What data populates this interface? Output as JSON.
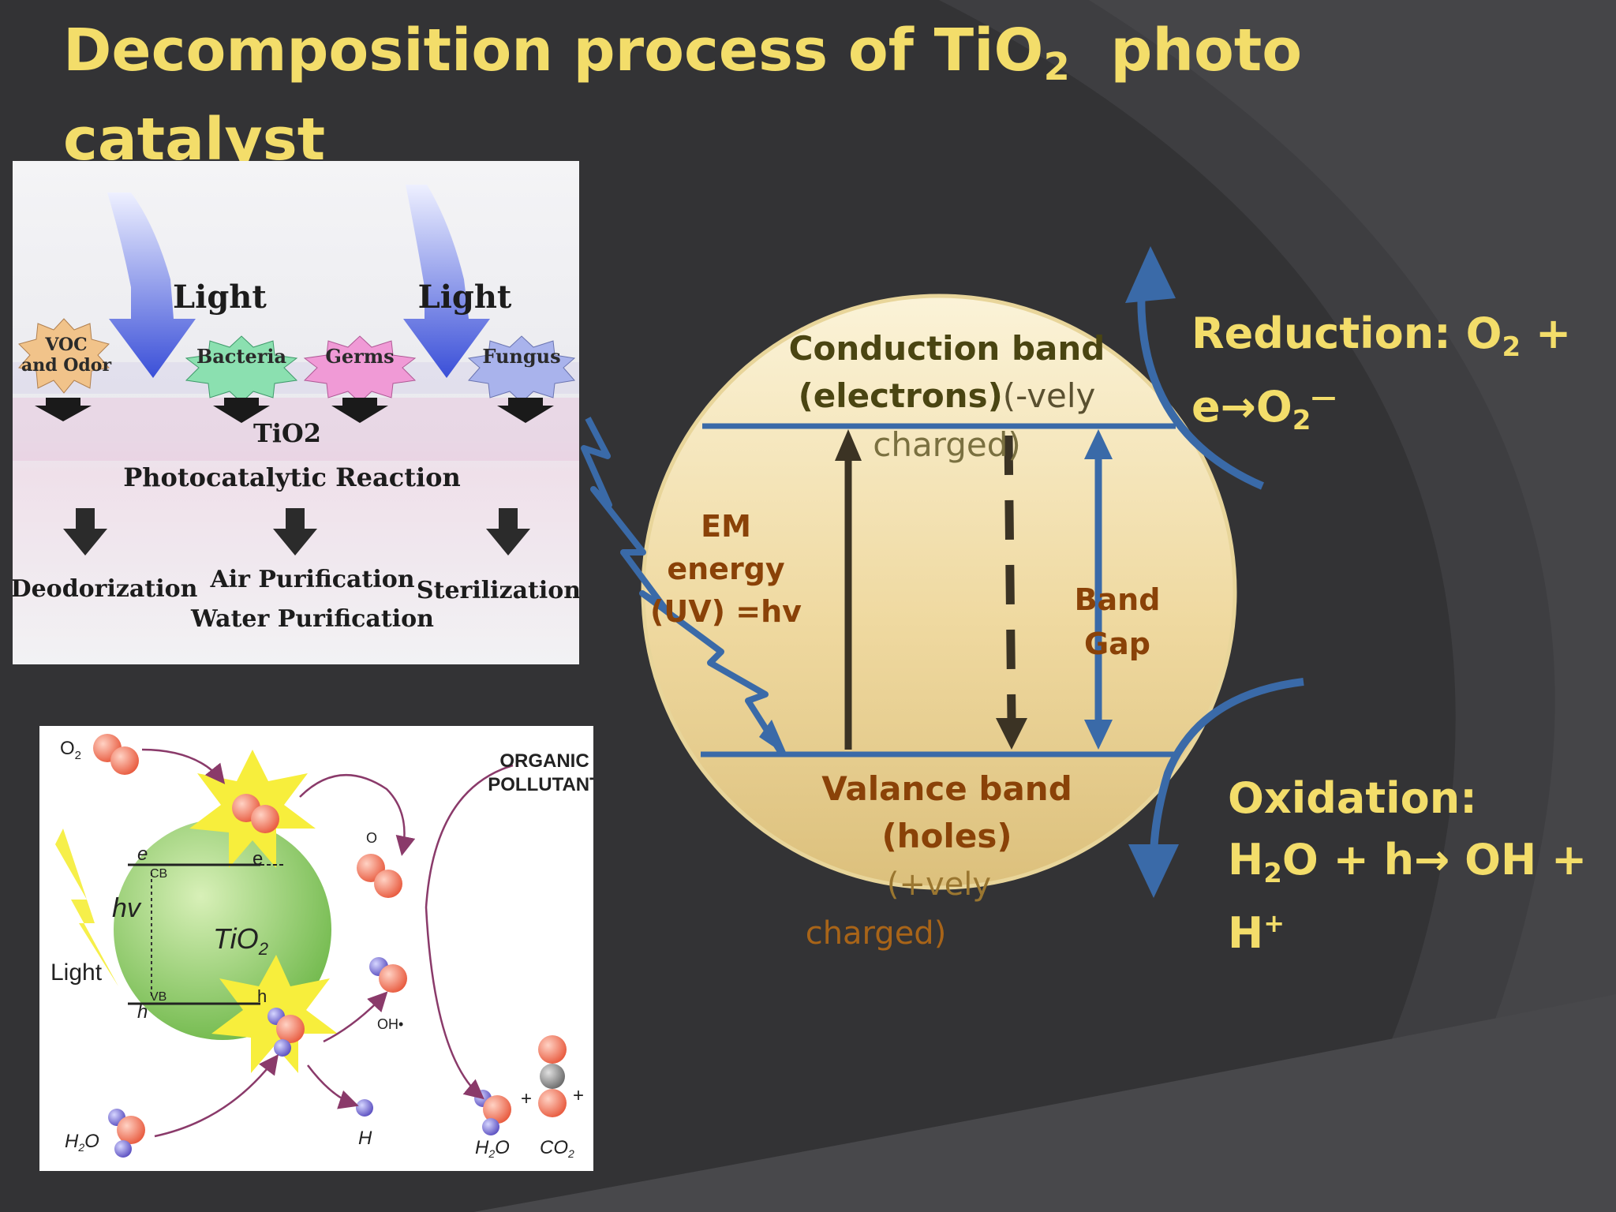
{
  "slide": {
    "title_part1": "Decomposition process of TiO",
    "title_sub": "2",
    "title_part2": "photo catalyst"
  },
  "top_figure": {
    "light_left": "Light",
    "light_right": "Light",
    "voc_line1": "VOC",
    "voc_line2": "and Odor",
    "bacteria": "Bacteria",
    "germs": "Germs",
    "fungus": "Fungus",
    "tio2": "TiO2",
    "reaction": "Photocatalytic Reaction",
    "deodorization": "Deodorization",
    "air": "Air Purification",
    "water": "Water Purification",
    "sterilization": "Sterilization"
  },
  "bottom_figure": {
    "o2": "O",
    "o2_sub": "2",
    "organic_line1": "ORGANIC",
    "organic_line2": "POLLUTANT",
    "e_cb": "e",
    "cb": "CB",
    "e_out": "e",
    "hv": "hv",
    "tio": "TiO",
    "tio_sub": "2",
    "light": "Light",
    "vb": "VB",
    "h_vb": "h",
    "h_out": "h",
    "o2_radical": "O",
    "oh_radical": "OH•",
    "h2o": "H",
    "h2o_tail": "O",
    "h_plus": "H",
    "h2o_product": "H",
    "co2": "CO",
    "plus": "+"
  },
  "diagram": {
    "conduction_line1": "Conduction band",
    "conduction_bold": "(electrons)",
    "conduction_rest": "(-vely",
    "conduction_line3": "charged)",
    "em_line1": "EM",
    "em_line2": "energy",
    "em_line3": "(UV) =hv",
    "band_line1": "Band",
    "band_line2": "Gap",
    "valence_line1": "Valance band",
    "valence_line2": "(holes)",
    "valence_line3": "(+vely",
    "valence_line4": "charged)"
  },
  "reactions": {
    "reduction_1": "Reduction: O",
    "reduction_sub": "2",
    "reduction_2": " +",
    "reduction_3": "e→O",
    "reduction_sub2": "2",
    "reduction_sup": "—",
    "oxidation_1": "Oxidation:",
    "oxidation_2": "H",
    "oxidation_sub": "2",
    "oxidation_3": "O + h→ OH +",
    "oxidation_4": "H",
    "oxidation_sup": "+"
  },
  "colors": {
    "title": "#F3DD6A",
    "arrow_blue": "#3A6AA8",
    "band_text": "#8A4208",
    "background": "#333335"
  }
}
